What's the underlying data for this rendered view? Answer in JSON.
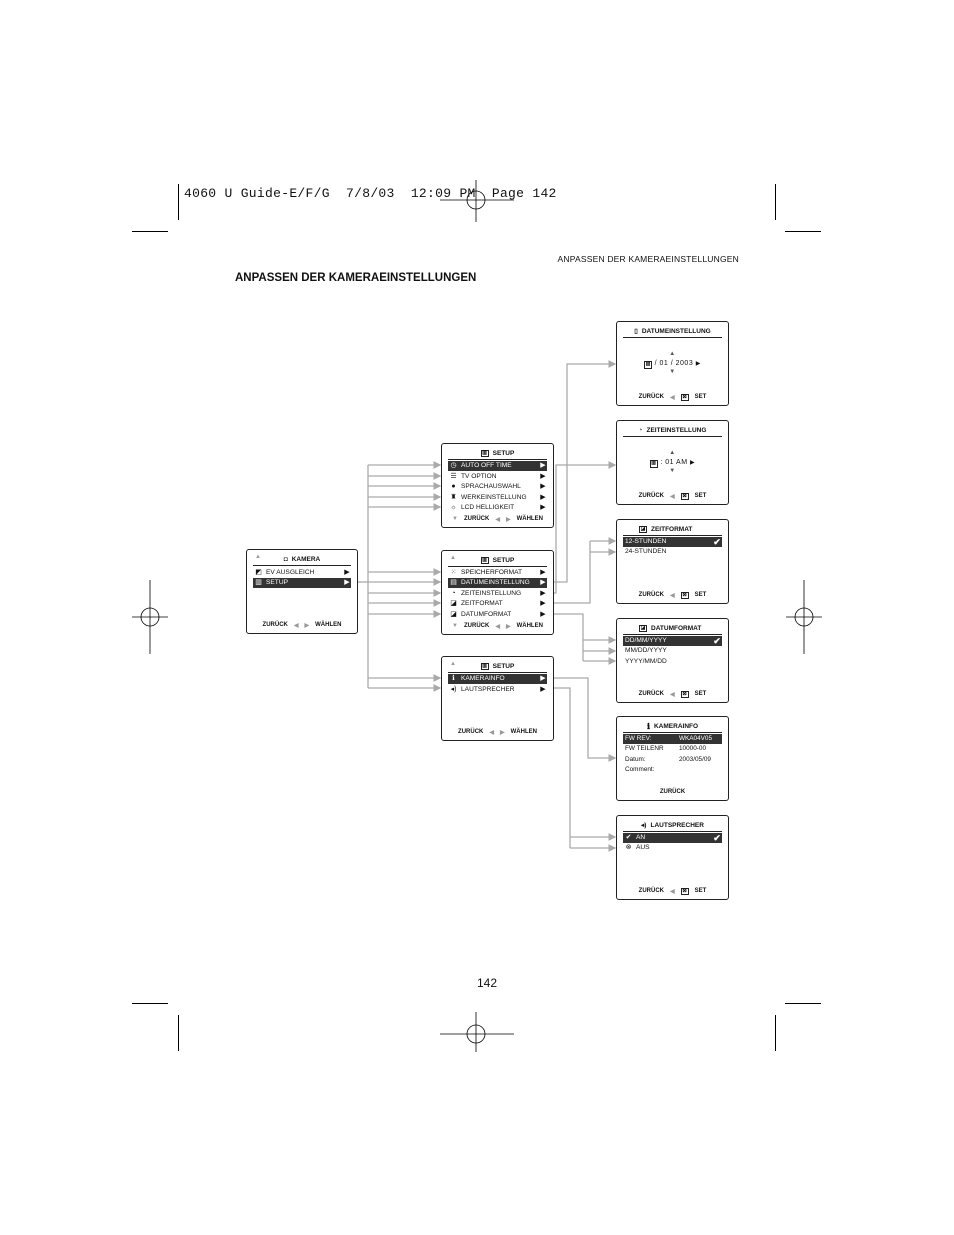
{
  "slug_line": "4060 U Guide-E/F/G  7/8/03  12:09 PM  Page 142",
  "running_head": "ANPASSEN DER KAMERAEINSTELLUNGEN",
  "page_title": "ANPASSEN DER KAMERAEINSTELLUNGEN",
  "page_number": "142",
  "common": {
    "back": "ZURÜCK",
    "select": "WÄHLEN",
    "set": "SET"
  },
  "kamera_menu": {
    "title": "KAMERA",
    "items": [
      {
        "label": "EV AUSGLEICH",
        "icon": "ev-icon"
      },
      {
        "label": "SETUP",
        "icon": "setup-icon",
        "selected": true
      }
    ]
  },
  "setup_menu_1": {
    "title": "SETUP",
    "items": [
      {
        "label": "AUTO OFF TIME",
        "icon": "timer-icon",
        "selected": true
      },
      {
        "label": "TV OPTION",
        "icon": "tv-icon"
      },
      {
        "label": "SPRACHAUSWAHL",
        "icon": "language-icon"
      },
      {
        "label": "WERKEINSTELLUNG",
        "icon": "factory-icon"
      },
      {
        "label": "LCD HELLIGKEIT",
        "icon": "brightness-icon"
      }
    ]
  },
  "setup_menu_2": {
    "title": "SETUP",
    "items": [
      {
        "label": "SPEICHERFORMAT",
        "icon": "memory-icon"
      },
      {
        "label": "DATUMEINSTELLUNG",
        "icon": "calendar-icon",
        "selected": true
      },
      {
        "label": "ZEITEINSTELLUNG",
        "icon": "clock-icon"
      },
      {
        "label": "ZEITFORMAT",
        "icon": "time-format-icon"
      },
      {
        "label": "DATUMFORMAT",
        "icon": "date-format-icon"
      }
    ]
  },
  "setup_menu_3": {
    "title": "SETUP",
    "items": [
      {
        "label": "KAMERAINFO",
        "icon": "info-icon",
        "selected": true
      },
      {
        "label": "LAUTSPRECHER",
        "icon": "speaker-icon"
      }
    ]
  },
  "datumeinstellung": {
    "title": "DATUMEINSTELLUNG",
    "value": "/ 01 / 2003"
  },
  "zeiteinstellung": {
    "title": "ZEITEINSTELLUNG",
    "value": ": 01 AM"
  },
  "zeitformat": {
    "title": "ZEITFORMAT",
    "options": [
      {
        "label": "12-STUNDEN",
        "selected": true
      },
      {
        "label": "24-STUNDEN"
      }
    ]
  },
  "datumformat": {
    "title": "DATUMFORMAT",
    "options": [
      {
        "label": "DD/MM/YYYY",
        "selected": true
      },
      {
        "label": "MM/DD/YYYY"
      },
      {
        "label": "YYYY/MM/DD"
      }
    ]
  },
  "kamerainfo": {
    "title": "KAMERAINFO",
    "rows": [
      {
        "key": "FW REV:",
        "value": "WKA04V05",
        "selected": true
      },
      {
        "key": "FW TEILENR",
        "value": "10000-00"
      },
      {
        "key": "Datum:",
        "value": "2003/05/09"
      },
      {
        "key": "Comment:",
        "value": ""
      }
    ]
  },
  "lautsprecher": {
    "title": "LAUTSPRECHER",
    "options": [
      {
        "label": "AN",
        "selected": true,
        "icon": "check-icon"
      },
      {
        "label": "AUS",
        "icon": "cross-circle-icon"
      }
    ]
  }
}
